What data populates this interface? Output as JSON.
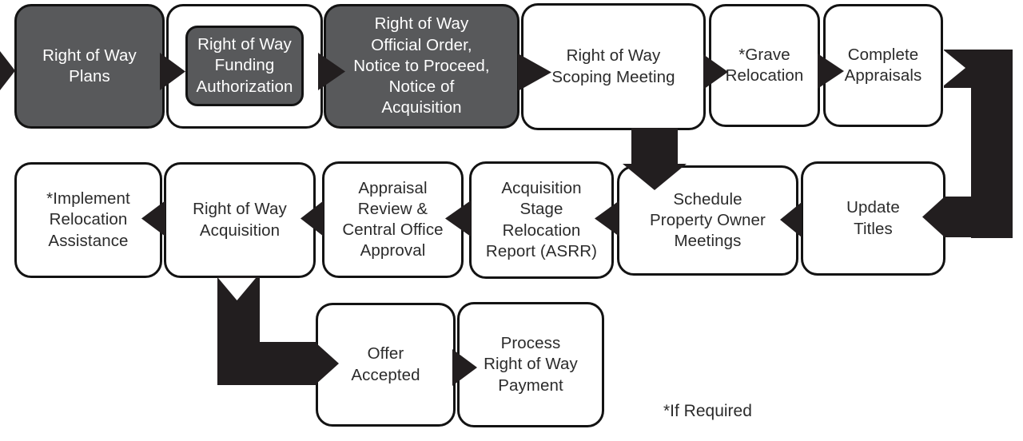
{
  "colors": {
    "background": "#ffffff",
    "dark_box_fill": "#58595b",
    "light_box_fill": "#ffffff",
    "box_border": "#131313",
    "arrow_black": "#221e1f",
    "text_on_dark": "#ffffff",
    "text_on_light": "#2b2b2b"
  },
  "diagram": {
    "footnote": "*If Required",
    "nodes": [
      {
        "id": "right-of-way-plans",
        "label": "Right of Way\nPlans",
        "style": "dark"
      },
      {
        "id": "right-of-way-funding-authorization",
        "label": "Right of Way\nFunding\nAuthorization",
        "style": "dark-nested"
      },
      {
        "id": "right-of-way-official-order",
        "label": "Right of Way\nOfficial Order,\nNotice to Proceed,\nNotice of\nAcquisition",
        "style": "dark"
      },
      {
        "id": "right-of-way-scoping-meeting",
        "label": "Right of Way\nScoping Meeting",
        "style": "light"
      },
      {
        "id": "grave-relocation",
        "label": "*Grave\nRelocation",
        "style": "light"
      },
      {
        "id": "complete-appraisals",
        "label": "Complete\nAppraisals",
        "style": "light"
      },
      {
        "id": "update-titles",
        "label": "Update\nTitles",
        "style": "light"
      },
      {
        "id": "schedule-property-owner-meetings",
        "label": "Schedule\nProperty Owner\nMeetings",
        "style": "light"
      },
      {
        "id": "acquisition-stage-relocation-report",
        "label": "Acquisition\nStage\nRelocation\nReport (ASRR)",
        "style": "light"
      },
      {
        "id": "appraisal-review-central-office-approval",
        "label": "Appraisal\nReview &\nCentral Office\nApproval",
        "style": "light"
      },
      {
        "id": "right-of-way-acquisition",
        "label": "Right of Way\nAcquisition",
        "style": "light"
      },
      {
        "id": "implement-relocation-assistance",
        "label": "*Implement\nRelocation\nAssistance",
        "style": "light"
      },
      {
        "id": "offer-accepted",
        "label": "Offer\nAccepted",
        "style": "light"
      },
      {
        "id": "process-right-of-way-payment",
        "label": "Process\nRight of Way\nPayment",
        "style": "light"
      }
    ]
  }
}
